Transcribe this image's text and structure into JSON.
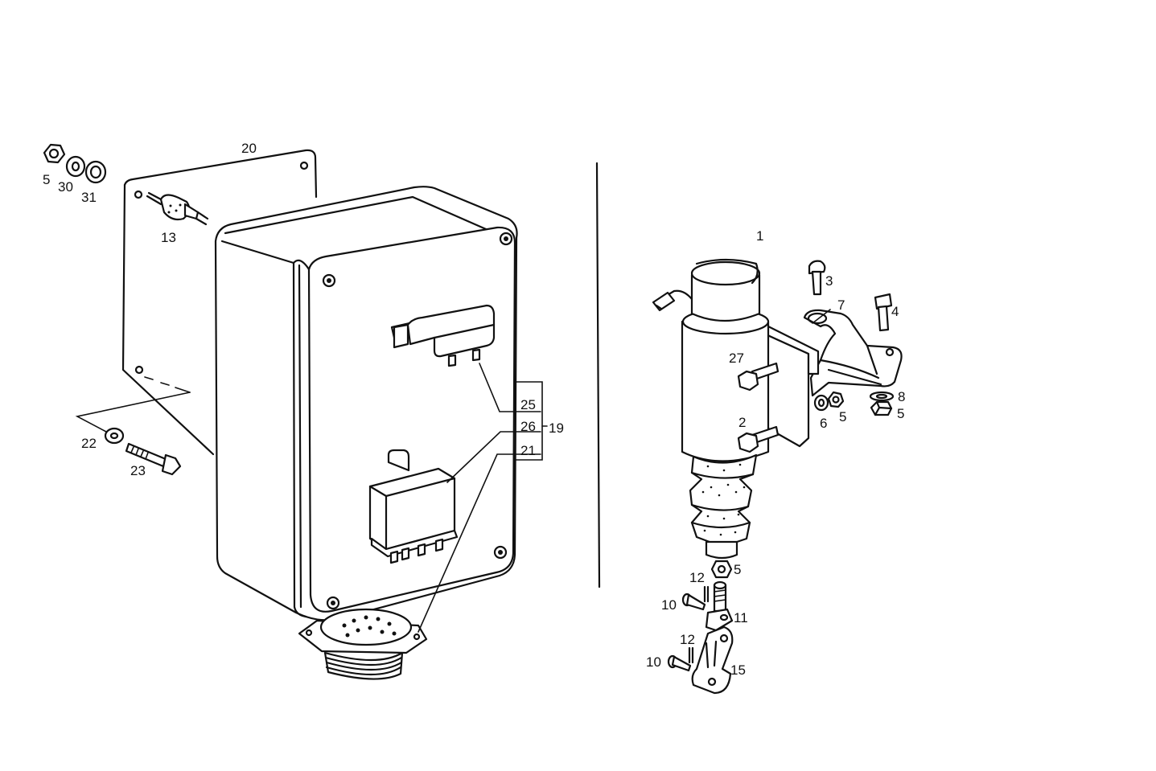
{
  "labels": {
    "l1": "1",
    "l2": "2",
    "l3": "3",
    "l4": "4",
    "l5a": "5",
    "l5b": "5",
    "l5c": "5",
    "l5d": "5",
    "l6": "6",
    "l7": "7",
    "l8": "8",
    "l10a": "10",
    "l10b": "10",
    "l11": "11",
    "l12a": "12",
    "l12b": "12",
    "l13": "13",
    "l15": "15",
    "l19": "19",
    "l20": "20",
    "l21": "21",
    "l22": "22",
    "l23": "23",
    "l25": "25",
    "l26": "26",
    "l27": "27",
    "l30": "30",
    "l31": "31"
  }
}
